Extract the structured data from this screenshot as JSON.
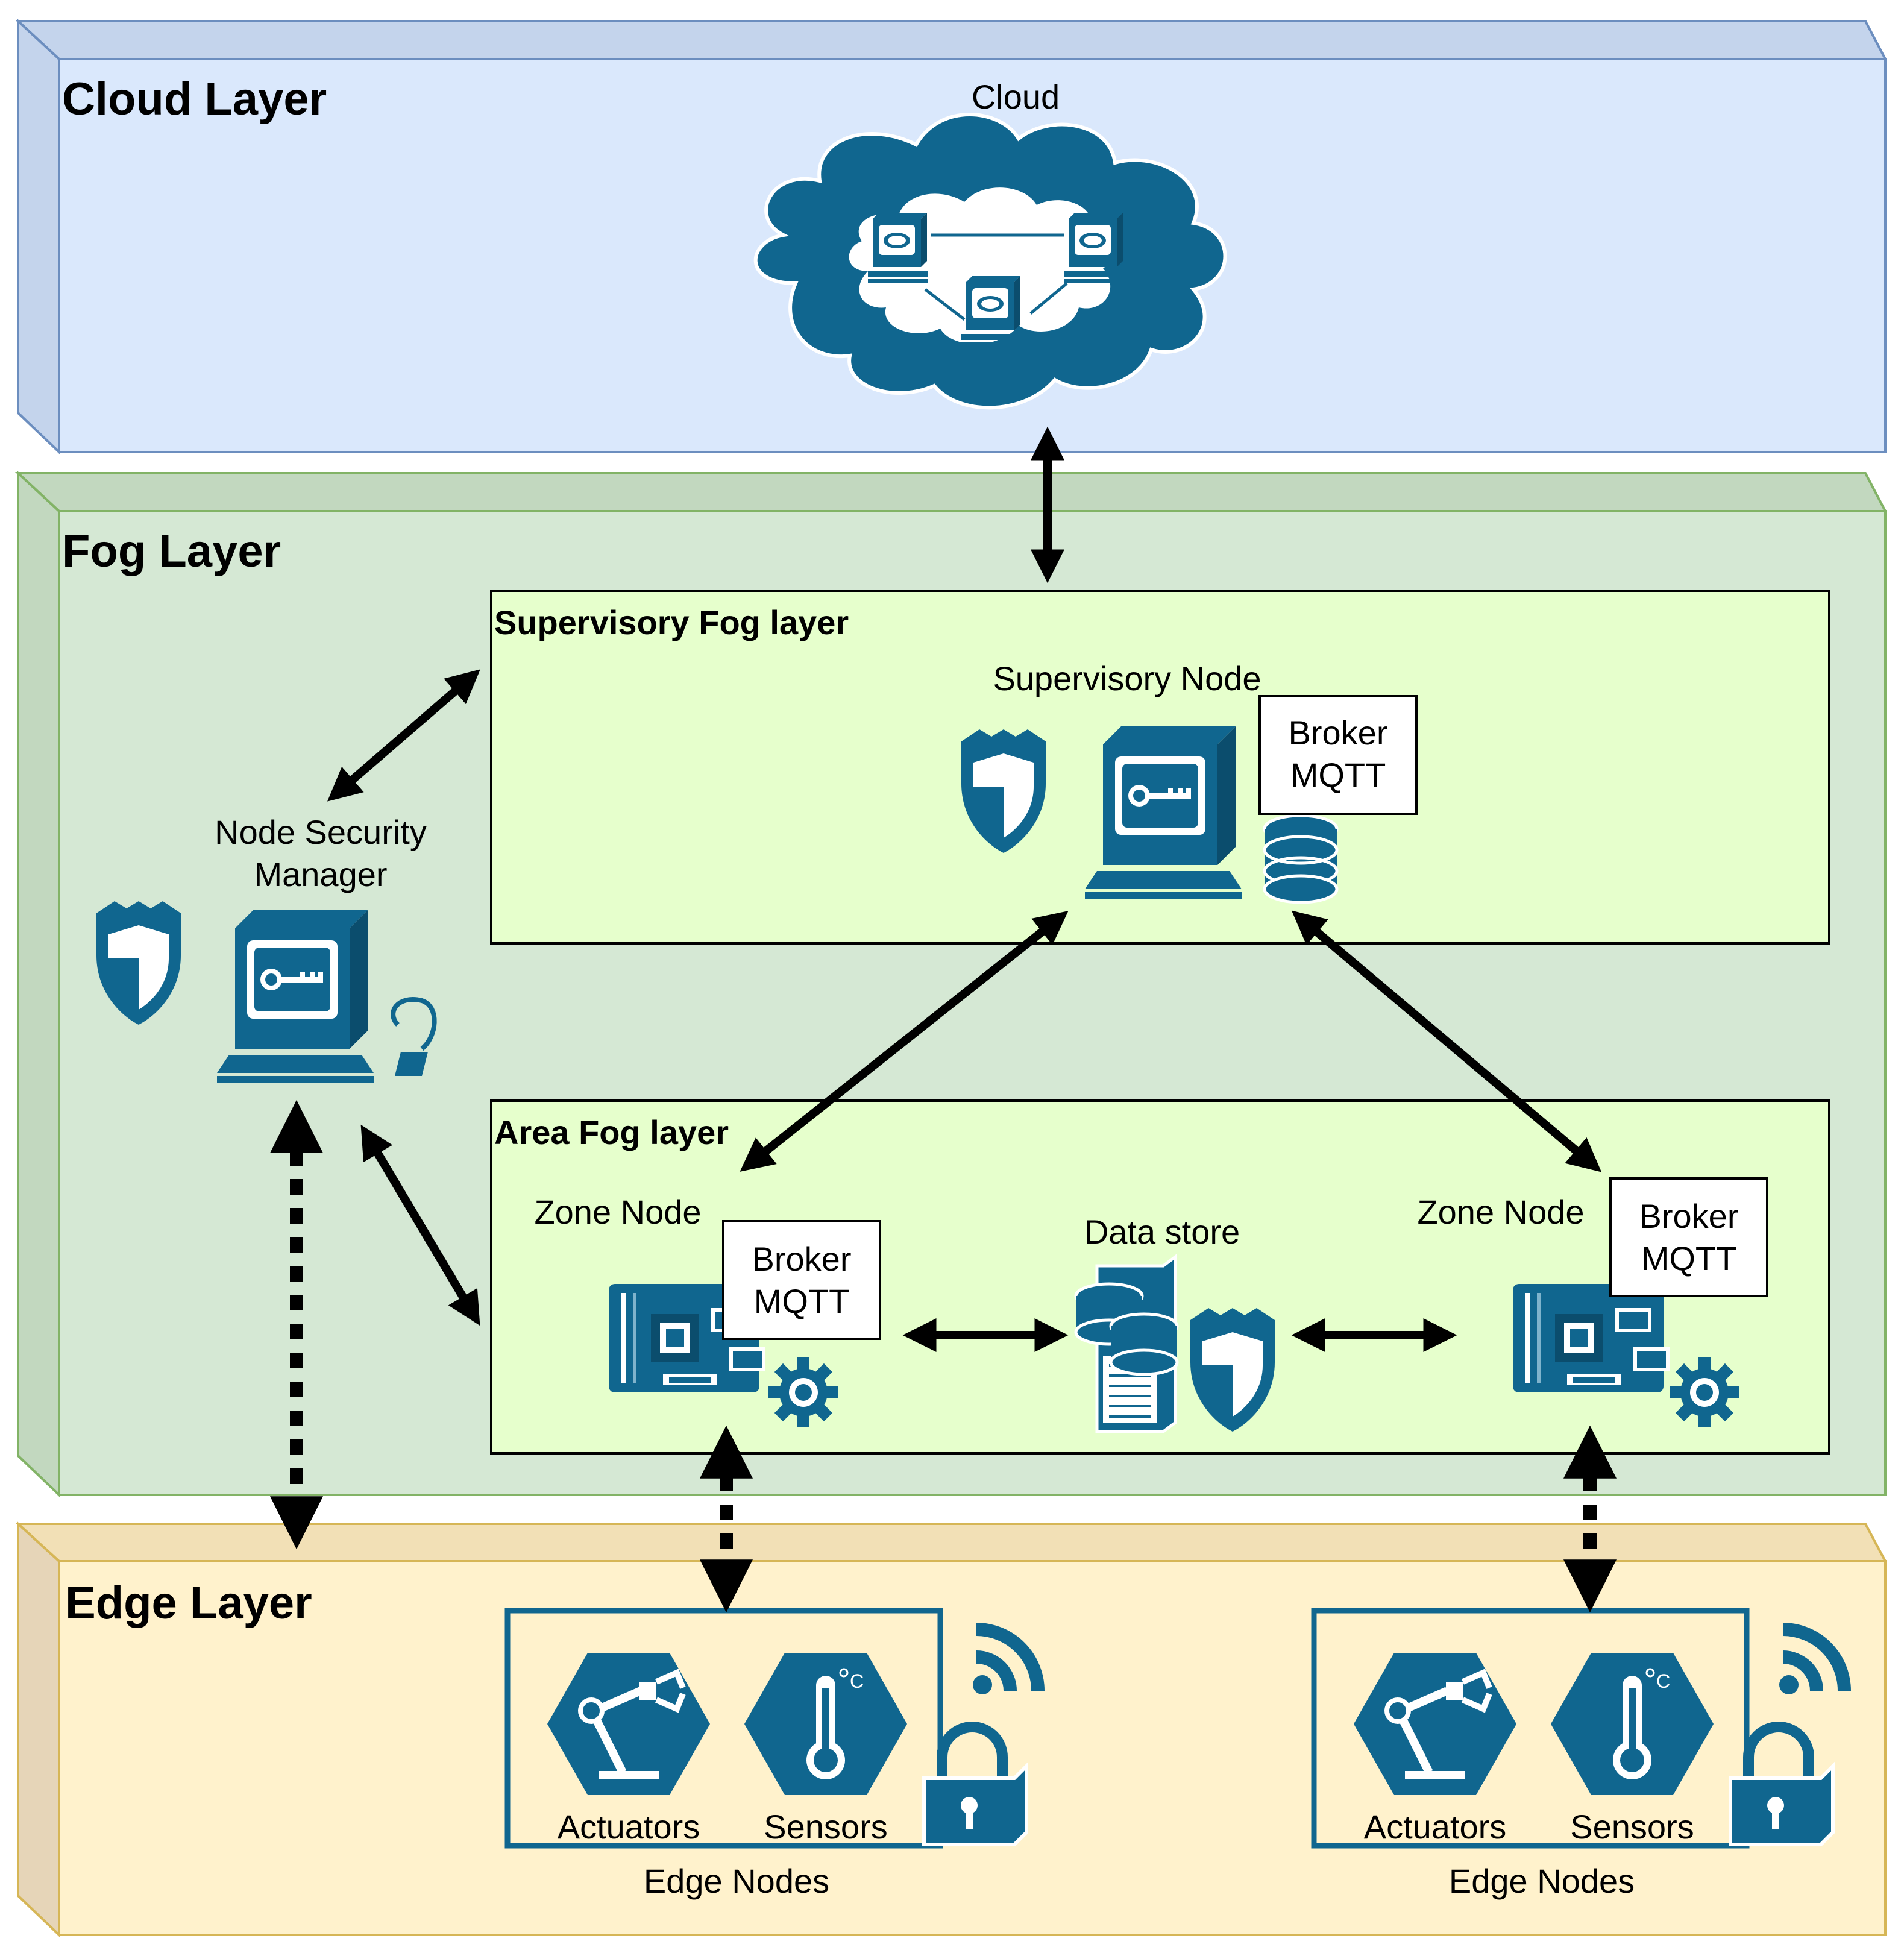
{
  "layers": {
    "cloud": {
      "title": "Cloud Layer",
      "fill": "#dae8fc",
      "stroke": "#6c8ebf"
    },
    "fog": {
      "title": "Fog Layer",
      "fill": "#d5e8d4",
      "stroke": "#82b366"
    },
    "edge": {
      "title": "Edge Layer",
      "fill": "#fff2cc",
      "stroke": "#d6b656"
    }
  },
  "cloud": {
    "label": "Cloud"
  },
  "supervisory": {
    "title": "Supervisory Fog layer",
    "node_label": "Supervisory Node",
    "broker": [
      "Broker",
      "MQTT"
    ],
    "fill": "#e6ffcc"
  },
  "node_security_manager": {
    "label": [
      "Node Security",
      "Manager"
    ]
  },
  "area": {
    "title": "Area Fog layer",
    "zone_left": {
      "label": "Zone Node",
      "broker": [
        "Broker",
        "MQTT"
      ]
    },
    "data_store": {
      "label": "Data store"
    },
    "zone_right": {
      "label": "Zone Node",
      "broker": [
        "Broker",
        "MQTT"
      ]
    }
  },
  "edge_groups": [
    {
      "actuators": "Actuators",
      "sensors": "Sensors",
      "caption": "Edge Nodes"
    },
    {
      "actuators": "Actuators",
      "sensors": "Sensors",
      "caption": "Edge Nodes"
    }
  ],
  "colors": {
    "icon": "#10668f",
    "arrow": "#000000"
  },
  "icons": [
    "cloud-servers-icon",
    "shield-icon",
    "secure-terminal-icon",
    "database-icon",
    "circuit-board-icon",
    "gear-icon",
    "data-store-icon",
    "robot-arm-icon",
    "thermometer-icon",
    "wifi-icon",
    "padlock-icon"
  ]
}
